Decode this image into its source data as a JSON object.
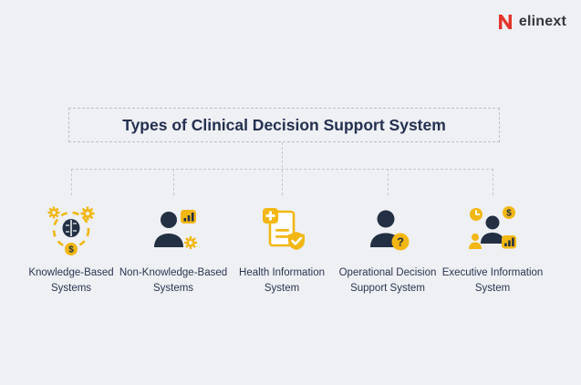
{
  "page": {
    "background": "#eef0f4"
  },
  "logo": {
    "text": "elinext",
    "accent_color": "#e5342b"
  },
  "title": {
    "text": "Types of Clinical Decision Support System"
  },
  "colors": {
    "accent_yellow": "#f2b713",
    "dark_navy": "#233043",
    "connector_line": "#c3c9d3",
    "title_text": "#243050"
  },
  "glyphs": {
    "dollar_sign": "$",
    "question_mark": "?"
  },
  "nodes": [
    {
      "label": "Knowledge-Based Systems",
      "icon": "brain-gears-icon"
    },
    {
      "label": "Non-Knowledge-Based Systems",
      "icon": "person-analytics-icon"
    },
    {
      "label": "Health Information System",
      "icon": "medical-document-icon"
    },
    {
      "label": "Operational Decision Support System",
      "icon": "person-question-icon"
    },
    {
      "label": "Executive Information System",
      "icon": "person-dashboard-icon"
    }
  ]
}
